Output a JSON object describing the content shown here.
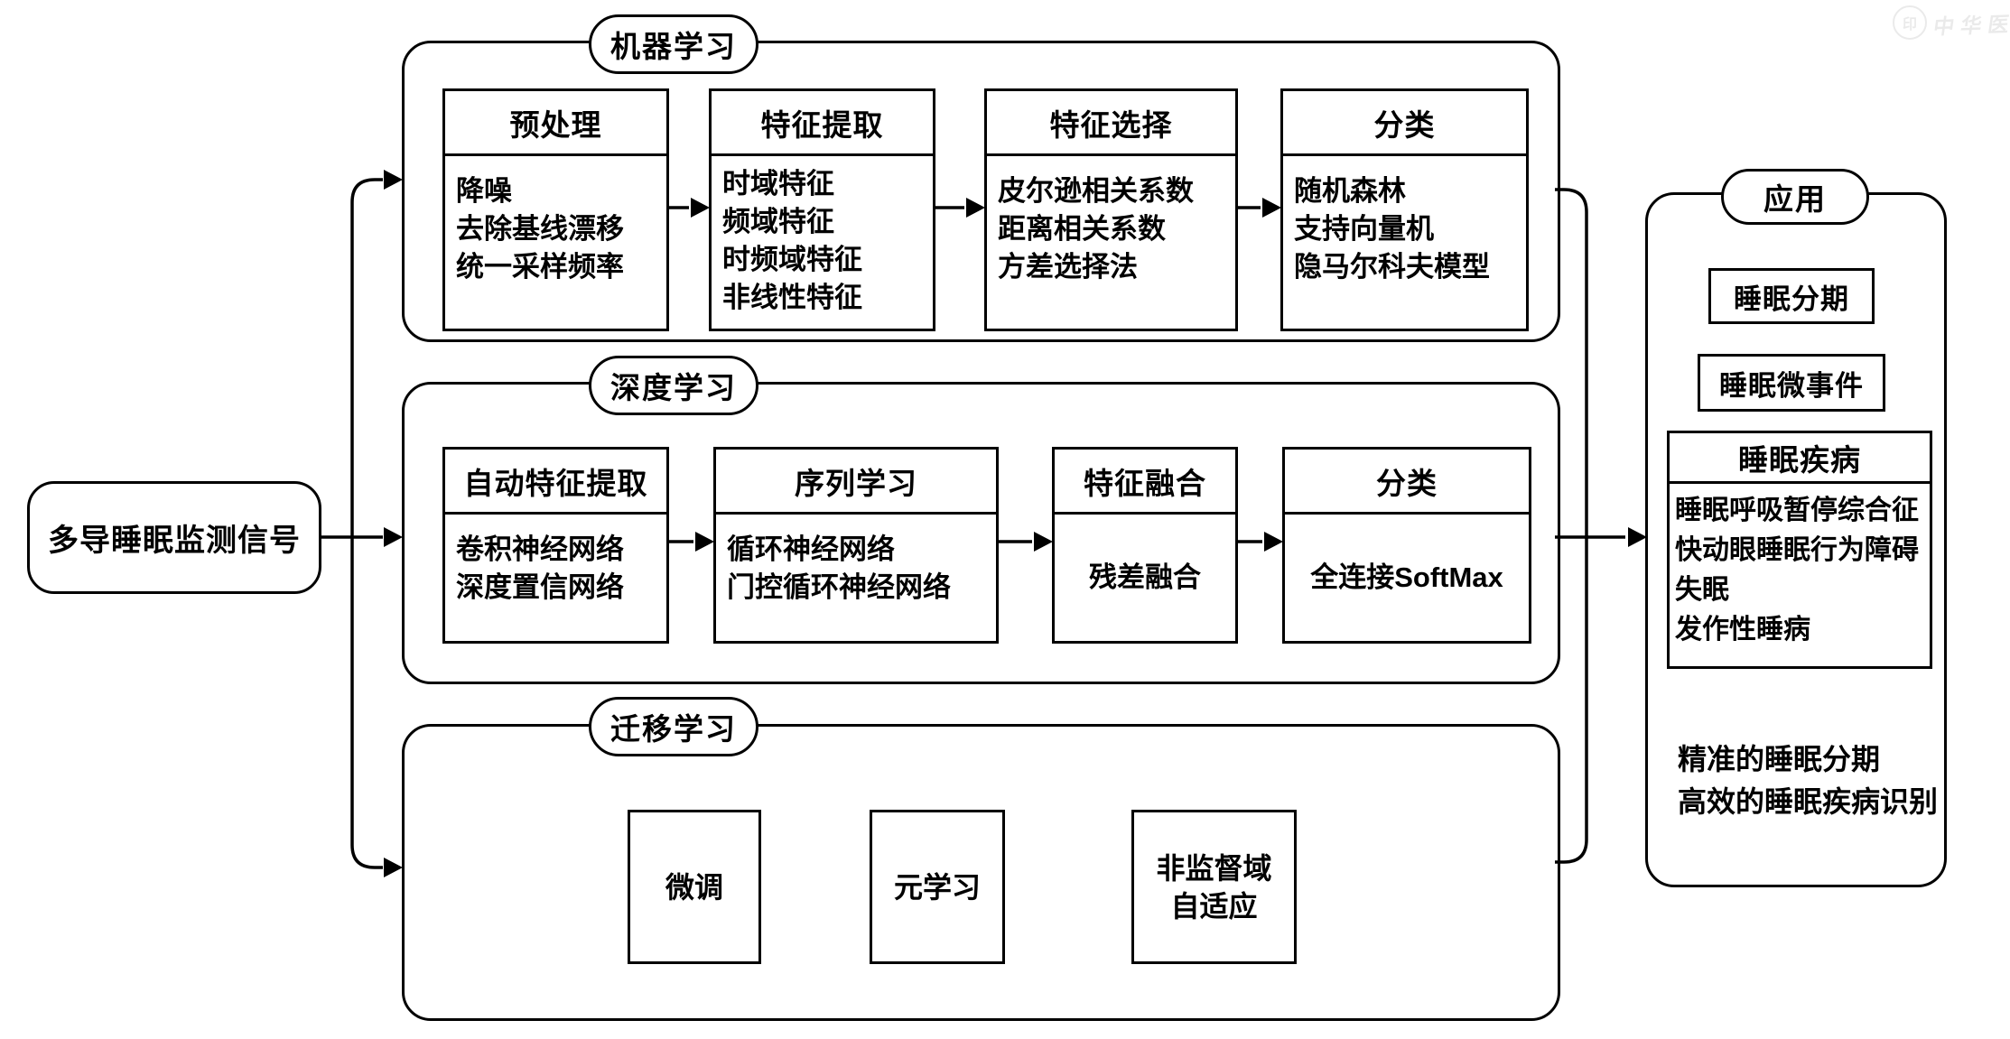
{
  "watermark": {
    "seal": "印",
    "text": "中华医学会"
  },
  "source": {
    "label": "多导睡眠监测信号"
  },
  "sections": {
    "ml": {
      "title": "机器学习",
      "boxes": [
        {
          "header": "预处理",
          "lines": [
            "降噪",
            "去除基线漂移",
            "统一采样频率"
          ]
        },
        {
          "header": "特征提取",
          "lines": [
            "时域特征",
            "频域特征",
            "时频域特征",
            "非线性特征"
          ]
        },
        {
          "header": "特征选择",
          "lines": [
            "皮尔逊相关系数",
            "距离相关系数",
            "方差选择法"
          ]
        },
        {
          "header": "分类",
          "lines": [
            "随机森林",
            "支持向量机",
            "隐马尔科夫模型"
          ]
        }
      ]
    },
    "dl": {
      "title": "深度学习",
      "boxes": [
        {
          "header": "自动特征提取",
          "lines": [
            "卷积神经网络",
            "深度置信网络"
          ]
        },
        {
          "header": "序列学习",
          "lines": [
            "循环神经网络",
            "门控循环神经网络"
          ]
        },
        {
          "header": "特征融合",
          "lines": [
            "残差融合"
          ]
        },
        {
          "header": "分类",
          "lines": [
            "全连接SoftMax"
          ]
        }
      ]
    },
    "tl": {
      "title": "迁移学习",
      "boxes": [
        {
          "label": "微调"
        },
        {
          "label": "元学习"
        },
        {
          "label_line1": "非监督域",
          "label_line2": "自适应"
        }
      ]
    }
  },
  "application": {
    "title": "应用",
    "items": [
      "睡眠分期",
      "睡眠微事件"
    ],
    "disease": {
      "header": "睡眠疾病",
      "lines": [
        "睡眠呼吸暂停综合征",
        "快动眼睡眠行为障碍",
        "失眠",
        "发作性睡病"
      ]
    },
    "outcomes": [
      "精准的睡眠分期",
      "高效的睡眠疾病识别"
    ]
  }
}
